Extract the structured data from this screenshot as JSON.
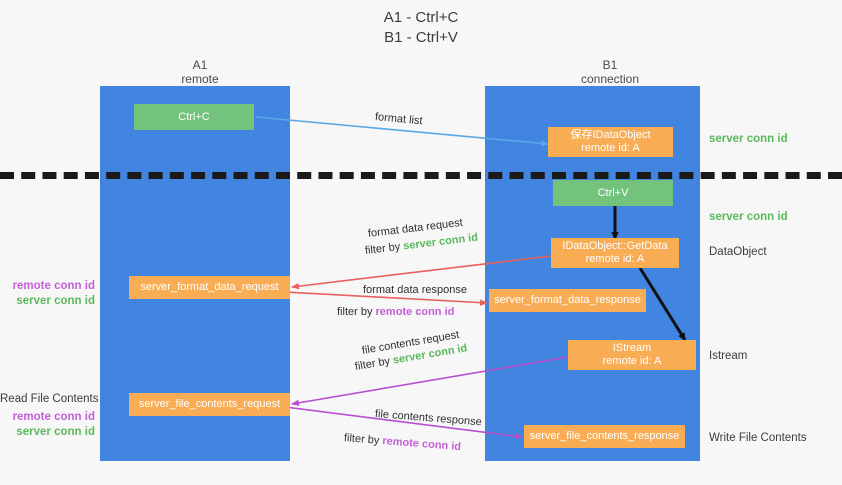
{
  "title": {
    "line1": "A1 - Ctrl+C",
    "line2": "B1 - Ctrl+V"
  },
  "lanes": [
    {
      "id": "a1",
      "name": "A1",
      "sub": "remote"
    },
    {
      "id": "b1",
      "name": "B1",
      "sub": "connection"
    }
  ],
  "boxes": {
    "ctrl_c": {
      "line1": "Ctrl+C",
      "line2": ""
    },
    "save_idataobject": {
      "line1": "保存IDataObject",
      "line2": "remote id: A"
    },
    "ctrl_v": {
      "line1": "Ctrl+V",
      "line2": ""
    },
    "getdata": {
      "line1": "IDataObject::GetData",
      "line2": "remote id: A"
    },
    "istream": {
      "line1": "IStream",
      "line2": "remote id: A"
    },
    "fmt_data_request": {
      "line1": "server_format_data_request",
      "line2": ""
    },
    "fmt_data_response": {
      "line1": "server_format_data_response",
      "line2": ""
    },
    "file_contents_request": {
      "line1": "server_file_contents_request",
      "line2": ""
    },
    "file_contents_response": {
      "line1": "server_file_contents_response",
      "line2": ""
    }
  },
  "right_labels": {
    "server_conn_id_top": "server conn id",
    "server_conn_id_mid": "server conn id",
    "dataobject": "DataObject",
    "istream": "Istream",
    "write_file_contents": "Write File Contents"
  },
  "left_labels": {
    "remote_conn_id_1": "remote conn id",
    "server_conn_id_1": "server conn id",
    "read_file_contents": "Read File Contents",
    "remote_conn_id_2": "remote conn id",
    "server_conn_id_2": "server conn id"
  },
  "edges": {
    "format_list": {
      "text": "format list"
    },
    "format_data_request": {
      "text": "format data request"
    },
    "format_data_request_filter": {
      "prefix": "filter by ",
      "highlight": "server conn id"
    },
    "format_data_response": {
      "text": "format data response"
    },
    "format_data_response_filter": {
      "prefix": "filter by ",
      "highlight": "remote conn id"
    },
    "file_contents_request": {
      "text": "file contents request"
    },
    "file_contents_request_filter": {
      "prefix": "filter by ",
      "highlight": "server conn id"
    },
    "file_contents_response": {
      "text": "file contents response"
    },
    "file_contents_response_filter": {
      "prefix": "filter by ",
      "highlight": "remote conn id"
    }
  },
  "colors": {
    "lane": "#4285e0",
    "green_box": "#73c37d",
    "orange_box": "#f8ad54",
    "server_conn_id": "#5cb85c",
    "remote_conn_id": "#c45fd6",
    "arrow_blue": "#5aa9e6",
    "arrow_red": "#e8605a",
    "arrow_purple": "#b84fd0",
    "arrow_black": "#101010",
    "background": "#f7f7f7"
  }
}
